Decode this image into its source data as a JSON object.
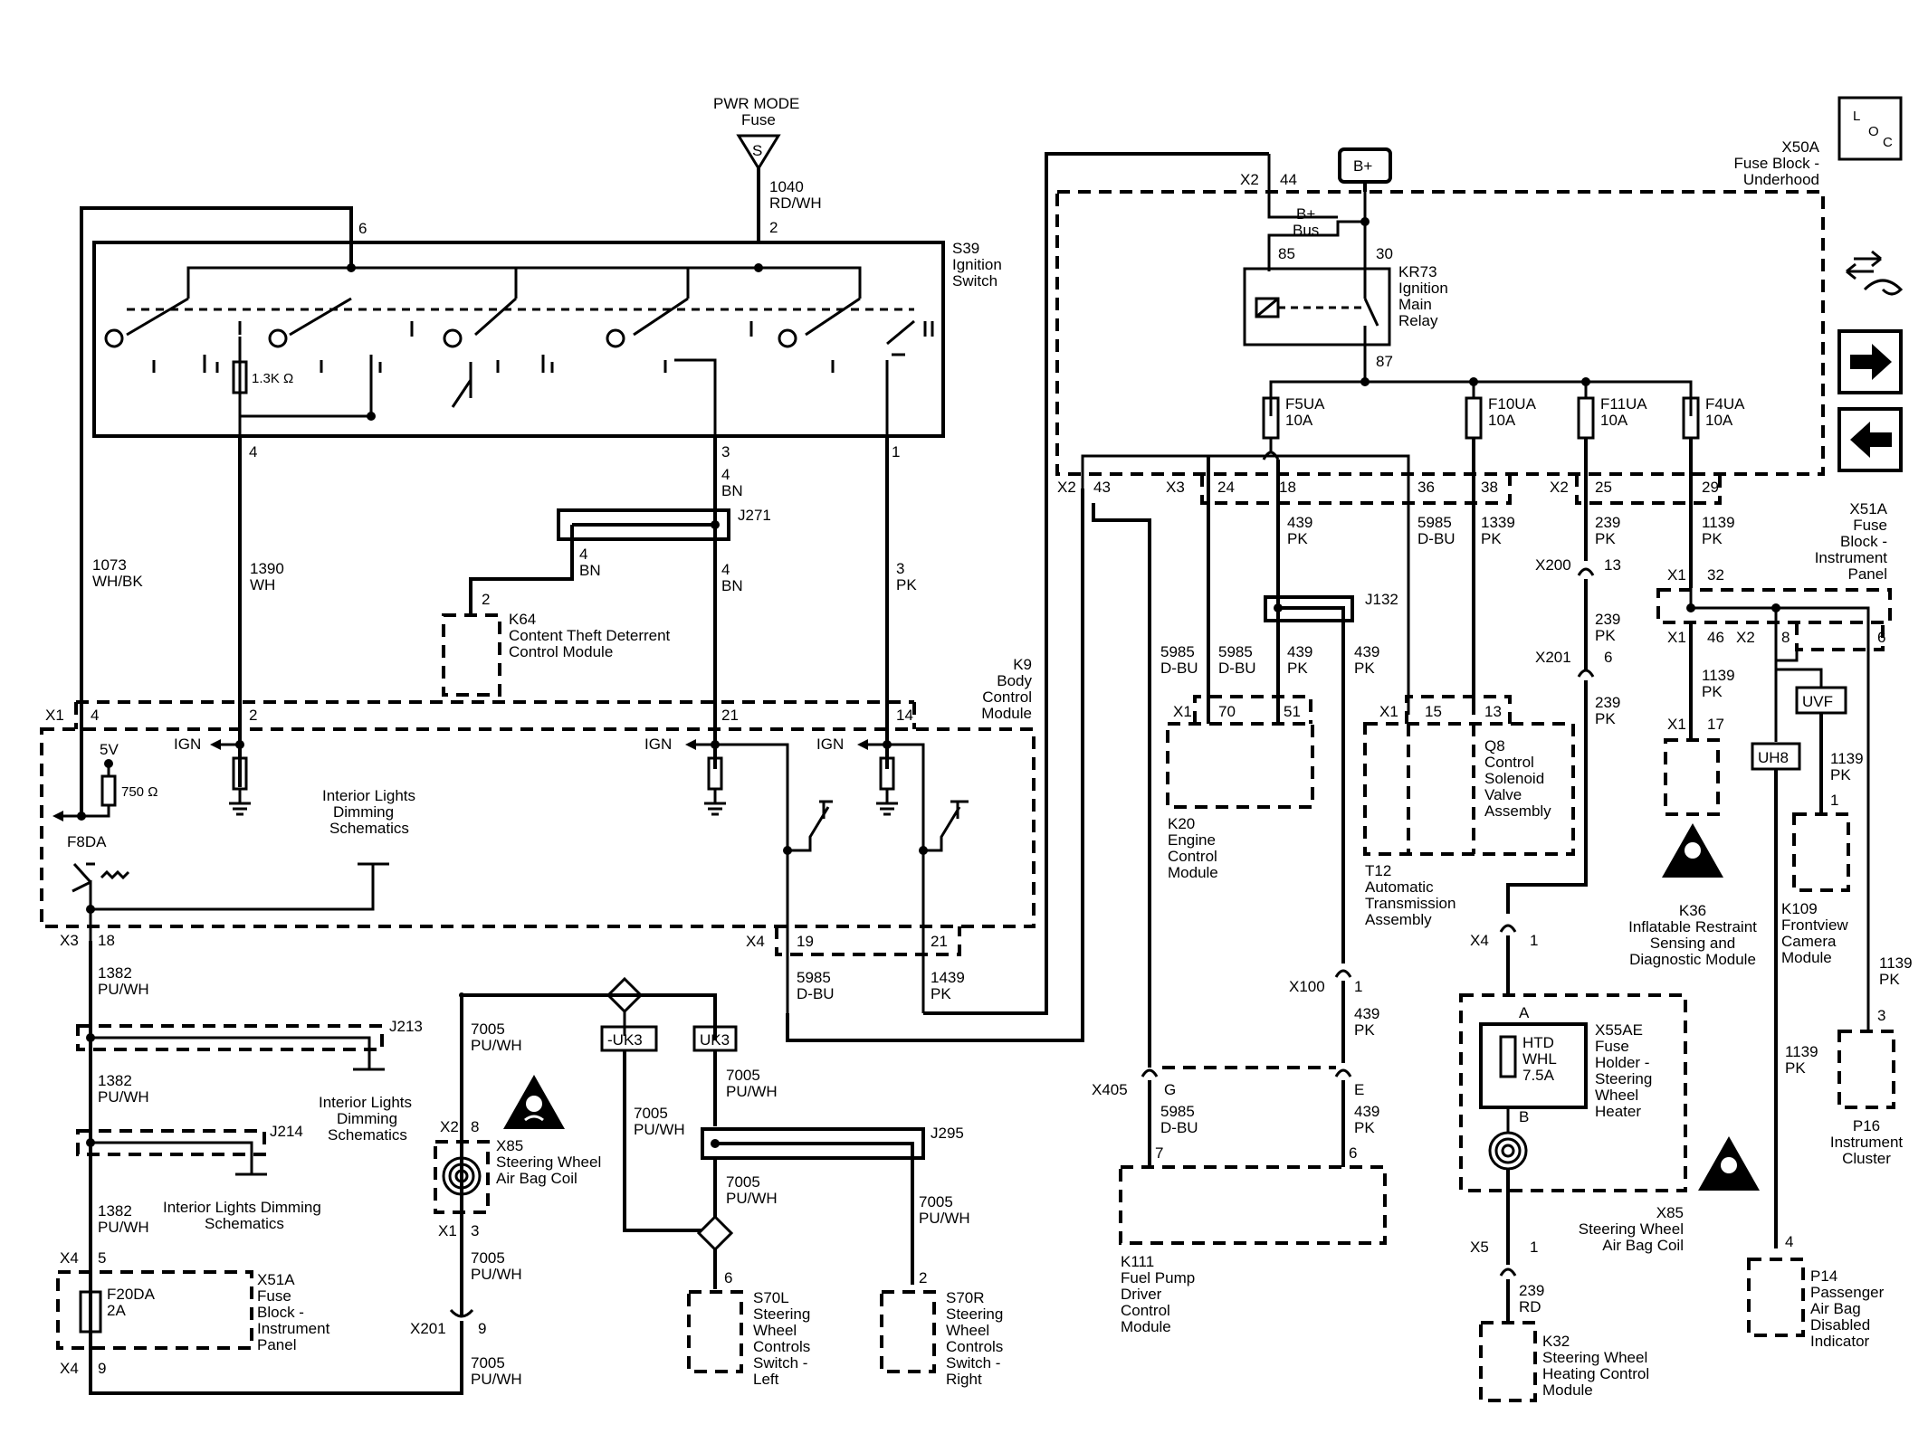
{
  "labels": {
    "pwr_mode": "PWR MODE",
    "fuse": "Fuse",
    "s": "S",
    "w1040": "1040",
    "rdwh": "RD/WH",
    "pin2_top": "2",
    "pin6_top": "6",
    "s39_a": "S39",
    "s39_b": "Ignition",
    "s39_c": "Switch",
    "res13k": "1.3K Ω",
    "pin4": "4",
    "pin3": "3",
    "pin1": "1",
    "w4a": "4",
    "bn_a": "BN",
    "j271": "J271",
    "w4b": "4",
    "bn_b": "BN",
    "w4c": "4",
    "bn_c": "BN",
    "pin2_k64": "2",
    "k64_a": "K64",
    "k64_b": "Content Theft Deterrent",
    "k64_c": "Control Module",
    "w1073": "1073",
    "whbk": "WH/BK",
    "w1390": "1390",
    "wh": "WH",
    "w3pk": "3",
    "pk_s": "PK",
    "k9_a": "K9",
    "k9_b": "Body",
    "k9_c": "Control",
    "k9_d": "Module",
    "x1_k9": "X1",
    "k9_p4": "4",
    "k9_p2": "2",
    "k9_p21": "21",
    "k9_p14": "14",
    "v5": "5V",
    "ign1": "IGN",
    "ign2": "IGN",
    "ign3": "IGN",
    "res750": "750 Ω",
    "ild1_a": "Interior Lights",
    "ild1_b": "Dimming",
    "ild1_c": "Schematics",
    "f8da": "F8DA",
    "x3": "X3",
    "p18": "18",
    "x4_k9": "X4",
    "p19": "19",
    "p21b": "21",
    "w5985a": "5985",
    "dbu_a": "D-BU",
    "w1439a": "1439",
    "pk_a": "PK",
    "w1382a": "1382",
    "puwh_a": "PU/WH",
    "j213": "J213",
    "w1382b": "1382",
    "puwh_b": "PU/WH",
    "ild2_a": "Interior Lights",
    "ild2_b": "Dimming",
    "ild2_c": "Schematics",
    "j214": "J214",
    "w1382c": "1382",
    "puwh_c": "PU/WH",
    "ild3_a": "Interior Lights Dimming",
    "ild3_b": "Schematics",
    "x4_a": "X4",
    "p5": "5",
    "f20da": "F20DA",
    "a2": "2A",
    "x51a_a": "X51A",
    "x51a_b": "Fuse",
    "x51a_c": "Block -",
    "x51a_d": "Instrument",
    "x51a_e": "Panel",
    "x4_b": "X4",
    "p9": "9",
    "w7005a": "7005",
    "puwh_d": "PU/WH",
    "x2_x85": "X2",
    "p8": "8",
    "x85_a": "X85",
    "x85_b": "Steering Wheel",
    "x85_c": "Air Bag Coil",
    "x1_x85": "X1",
    "p3": "3",
    "w7005b": "7005",
    "puwh_e": "PU/WH",
    "x201": "X201",
    "p9b": "9",
    "w7005c": "7005",
    "puwh_f": "PU/WH",
    "uk3n": "-UK3",
    "uk3": "UK3",
    "w7005d": "7005",
    "puwh_g": "PU/WH",
    "w7005e": "7005",
    "puwh_h": "PU/WH",
    "j295": "J295",
    "w7005f": "7005",
    "puwh_i": "PU/WH",
    "w7005g": "7005",
    "puwh_j": "PU/WH",
    "p6": "6",
    "p2b": "2",
    "s70l_a": "S70L",
    "s70l_b": "Steering",
    "s70l_c": "Wheel",
    "s70l_d": "Controls",
    "s70l_e": "Switch -",
    "s70l_f": "Left",
    "s70r_a": "S70R",
    "s70r_b": "Steering",
    "s70r_c": "Wheel",
    "s70r_d": "Controls",
    "s70r_e": "Switch -",
    "s70r_f": "Right",
    "bplus": "B+",
    "x2_44": "X2",
    "p44": "44",
    "x50a_a": "X50A",
    "x50a_b": "Fuse Block -",
    "x50a_c": "Underhood",
    "bplus_bus_a": "B+",
    "bplus_bus_b": "Bus",
    "p85": "85",
    "p30": "30",
    "kr73_a": "KR73",
    "kr73_b": "Ignition",
    "kr73_c": "Main",
    "kr73_d": "Relay",
    "p87": "87",
    "f5ua": "F5UA",
    "f5ua_r": "10A",
    "f10ua": "F10UA",
    "f10ua_r": "10A",
    "f11ua": "F11UA",
    "f11ua_r": "10A",
    "f4ua": "F4UA",
    "f4ua_r": "10A",
    "x2_43": "X2",
    "p43": "43",
    "x3_24": "X3",
    "p24": "24",
    "p18b": "18",
    "p36": "36",
    "p38": "38",
    "x2_25": "X2",
    "p25": "25",
    "p29": "29",
    "w439a": "439",
    "pk_b": "PK",
    "w5985b": "5985",
    "dbu_b": "D-BU",
    "w1339": "1339",
    "pk_c": "PK",
    "w239a": "239",
    "pk_d": "PK",
    "w1139a": "1139",
    "pk_e": "PK",
    "x51a2_a": "X51A",
    "x51a2_b": "Fuse",
    "x51a2_c": "Block -",
    "x51a2_d": "Instrument",
    "x51a2_e": "Panel",
    "x200": "X200",
    "p13": "13",
    "j132": "J132",
    "w239b": "239",
    "pk_f": "PK",
    "x201b": "X201",
    "p6b": "6",
    "w239c": "239",
    "pk_g": "PK",
    "w5985c": "5985",
    "dbu_c": "D-BU",
    "w5985d": "5985",
    "dbu_d": "D-BU",
    "w439b": "439",
    "pk_h": "PK",
    "w439c": "439",
    "pk_i": "PK",
    "x1_32": "X1",
    "p32": "32",
    "x1_46": "X1",
    "p46": "46",
    "x2_8": "X2",
    "p8b": "8",
    "p6c": "6",
    "w1139b": "1139",
    "pk_j": "PK",
    "x1_17": "X1",
    "p17": "17",
    "uvf": "UVF",
    "uh8": "UH8",
    "w1139c": "1139",
    "pk_k": "PK",
    "p1b": "1",
    "x1_70": "X1",
    "p70": "70",
    "p51": "51",
    "x1_15": "X1",
    "p15": "15",
    "p13b": "13",
    "q8_a": "Q8",
    "q8_b": "Control",
    "q8_c": "Solenoid",
    "q8_d": "Valve",
    "q8_e": "Assembly",
    "k20_a": "K20",
    "k20_b": "Engine",
    "k20_c": "Control",
    "k20_d": "Module",
    "t12_a": "T12",
    "t12_b": "Automatic",
    "t12_c": "Transmission",
    "t12_d": "Assembly",
    "k36_a": "K36",
    "k36_b": "Inflatable Restraint",
    "k36_c": "Sensing and",
    "k36_d": "Diagnostic Module",
    "k109_a": "K109",
    "k109_b": "Frontview",
    "k109_c": "Camera",
    "k109_d": "Module",
    "x4_1": "X4",
    "p1c": "1",
    "x100": "X100",
    "p1d": "1",
    "w439d": "439",
    "pk_l": "PK",
    "pa": "A",
    "htd_a": "HTD",
    "htd_b": "WHL",
    "htd_c": "7.5A",
    "x55ae_a": "X55AE",
    "x55ae_b": "Fuse",
    "x55ae_c": "Holder -",
    "x55ae_d": "Steering",
    "x55ae_e": "Wheel",
    "x55ae_f": "Heater",
    "pb": "B",
    "w1139d": "1139",
    "pk_m": "PK",
    "w1139e": "1139",
    "pk_n": "PK",
    "p3b": "3",
    "p16_a": "P16",
    "p16_b": "Instrument",
    "p16_c": "Cluster",
    "x405": "X405",
    "pg": "G",
    "pe": "E",
    "w5985e": "5985",
    "dbu_e": "D-BU",
    "w439e": "439",
    "pk_o": "PK",
    "p7": "7",
    "p6d": "6",
    "k111_a": "K111",
    "k111_b": "Fuel Pump",
    "k111_c": "Driver",
    "k111_d": "Control",
    "k111_e": "Module",
    "x85b_a": "X85",
    "x85b_b": "Steering Wheel",
    "x85b_c": "Air Bag Coil",
    "x5": "X5",
    "p1e": "1",
    "w239d": "239",
    "rd": "RD",
    "k32_a": "K32",
    "k32_b": "Steering Wheel",
    "k32_c": "Heating Control",
    "k32_d": "Module",
    "p4b": "4",
    "p14_a": "P14",
    "p14_b": "Passenger",
    "p14_c": "Air Bag",
    "p14_d": "Disabled",
    "p14_e": "Indicator",
    "loc_l": "L",
    "loc_o": "O",
    "loc_c": "C"
  },
  "icons": [
    "navigation-arrows-icon",
    "forward-arrow-icon",
    "back-arrow-icon",
    "airbag-warning-icon"
  ]
}
